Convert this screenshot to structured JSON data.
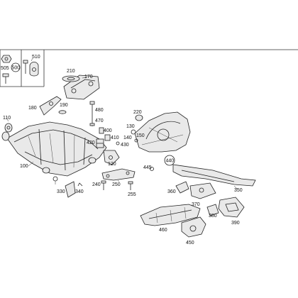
{
  "diagram": {
    "inset": {
      "labels": {
        "a": "505",
        "b": "500",
        "c": "510"
      }
    },
    "callouts": {
      "c100": "100",
      "c110": "110",
      "c120": "120",
      "c130": "130",
      "c140": "140",
      "c150": "150",
      "c170": "170",
      "c180": "180",
      "c190": "190",
      "c210": "210",
      "c220": "220",
      "c240": "240",
      "c250": "250",
      "c255": "255",
      "c330": "330",
      "c340": "340",
      "c350": "350",
      "c360": "360",
      "c370": "370",
      "c380": "380",
      "c390": "390",
      "c400": "400",
      "c410": "410",
      "c420": "420",
      "c430": "430",
      "c440": "440",
      "c445": "445",
      "c450": "450",
      "c460": "460",
      "c470": "470",
      "c480": "480"
    }
  }
}
